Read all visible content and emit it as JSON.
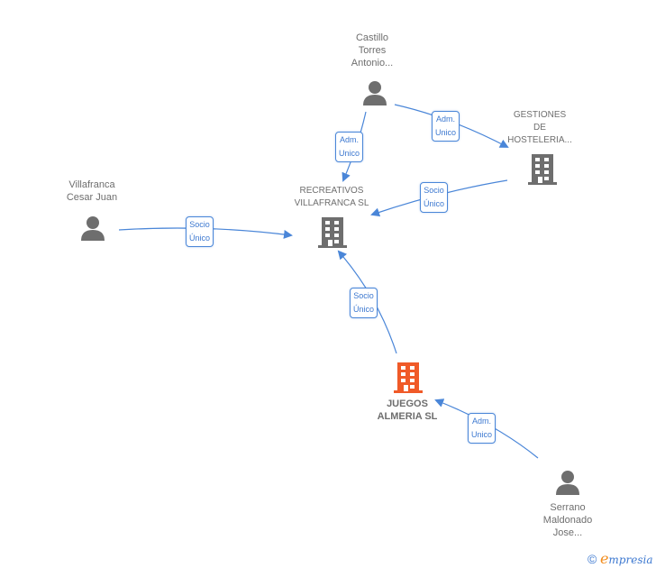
{
  "nodes": {
    "castillo": {
      "label_lines": [
        "Castillo",
        "Torres",
        "Antonio..."
      ],
      "type": "person"
    },
    "gestiones": {
      "label_lines": [
        "GESTIONES",
        "DE",
        "HOSTELERIA..."
      ],
      "type": "company"
    },
    "recreativos": {
      "label_lines": [
        "RECREATIVOS",
        "VILLAFRANCA SL"
      ],
      "type": "company"
    },
    "villafranca": {
      "label_lines": [
        "Villafranca",
        "Cesar Juan"
      ],
      "type": "person"
    },
    "juegos": {
      "label_lines": [
        "JUEGOS",
        "ALMERIA SL"
      ],
      "type": "company",
      "highlighted": true
    },
    "serrano": {
      "label_lines": [
        "Serrano",
        "Maldonado",
        "Jose..."
      ],
      "type": "person"
    }
  },
  "edges": [
    {
      "from": "castillo",
      "to": "recreativos",
      "label_lines": [
        "Adm.",
        "Unico"
      ]
    },
    {
      "from": "castillo",
      "to": "gestiones",
      "label_lines": [
        "Adm.",
        "Unico"
      ]
    },
    {
      "from": "gestiones",
      "to": "recreativos",
      "label_lines": [
        "Socio",
        "Único"
      ]
    },
    {
      "from": "villafranca",
      "to": "recreativos",
      "label_lines": [
        "Socio",
        "Único"
      ]
    },
    {
      "from": "juegos",
      "to": "recreativos",
      "label_lines": [
        "Socio",
        "Único"
      ]
    },
    {
      "from": "serrano",
      "to": "juegos",
      "label_lines": [
        "Adm.",
        "Unico"
      ]
    }
  ],
  "colors": {
    "edge": "#4a86d8",
    "icon": "#6e6e6e",
    "highlight": "#f05a28"
  },
  "footer": {
    "copyright_symbol": "©",
    "brand_first": "e",
    "brand_rest": "mpresia"
  }
}
